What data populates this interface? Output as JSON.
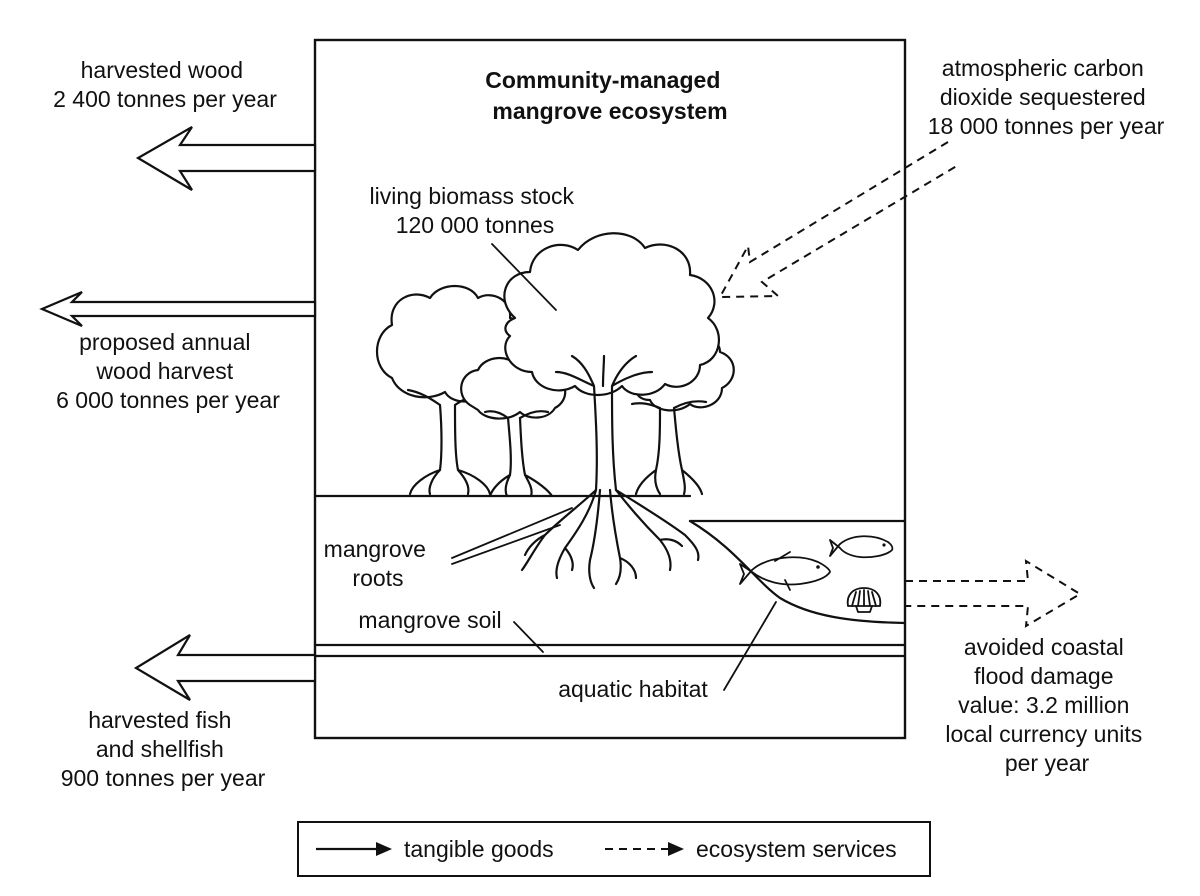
{
  "title": [
    "Community-managed",
    "mangrove ecosystem"
  ],
  "flows": {
    "harvested_wood": [
      "harvested wood",
      "2 400 tonnes per year"
    ],
    "proposed_harvest": [
      "proposed annual",
      "wood harvest",
      "6 000 tonnes per year"
    ],
    "harvested_fish": [
      "harvested fish",
      "and shellfish",
      "900 tonnes per year"
    ],
    "carbon": [
      "atmospheric carbon",
      "dioxide sequestered",
      "18 000 tonnes per year"
    ],
    "flood": [
      "avoided coastal",
      "flood damage",
      "value: 3.2 million",
      "local currency units",
      "per year"
    ]
  },
  "labels": {
    "biomass": [
      "living biomass stock",
      "120 000 tonnes"
    ],
    "roots": [
      "mangrove",
      "roots"
    ],
    "soil": "mangrove soil",
    "aquatic": "aquatic habitat"
  },
  "legend": {
    "solid": "tangible goods",
    "dashed": "ecosystem services"
  }
}
